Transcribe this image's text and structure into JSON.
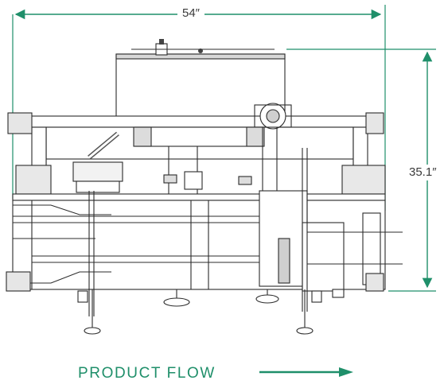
{
  "dimensions": {
    "width_label": "54″",
    "height_label": "35.1″"
  },
  "flow": {
    "label": "PRODUCT FLOW"
  },
  "colors": {
    "accent": "#1f8f6a",
    "line": "#2b2b2b",
    "text": "#3a3a3a"
  },
  "icons": {
    "flow_arrow": "arrow-right-icon",
    "dimension_arrows": "double-arrow-icon"
  }
}
